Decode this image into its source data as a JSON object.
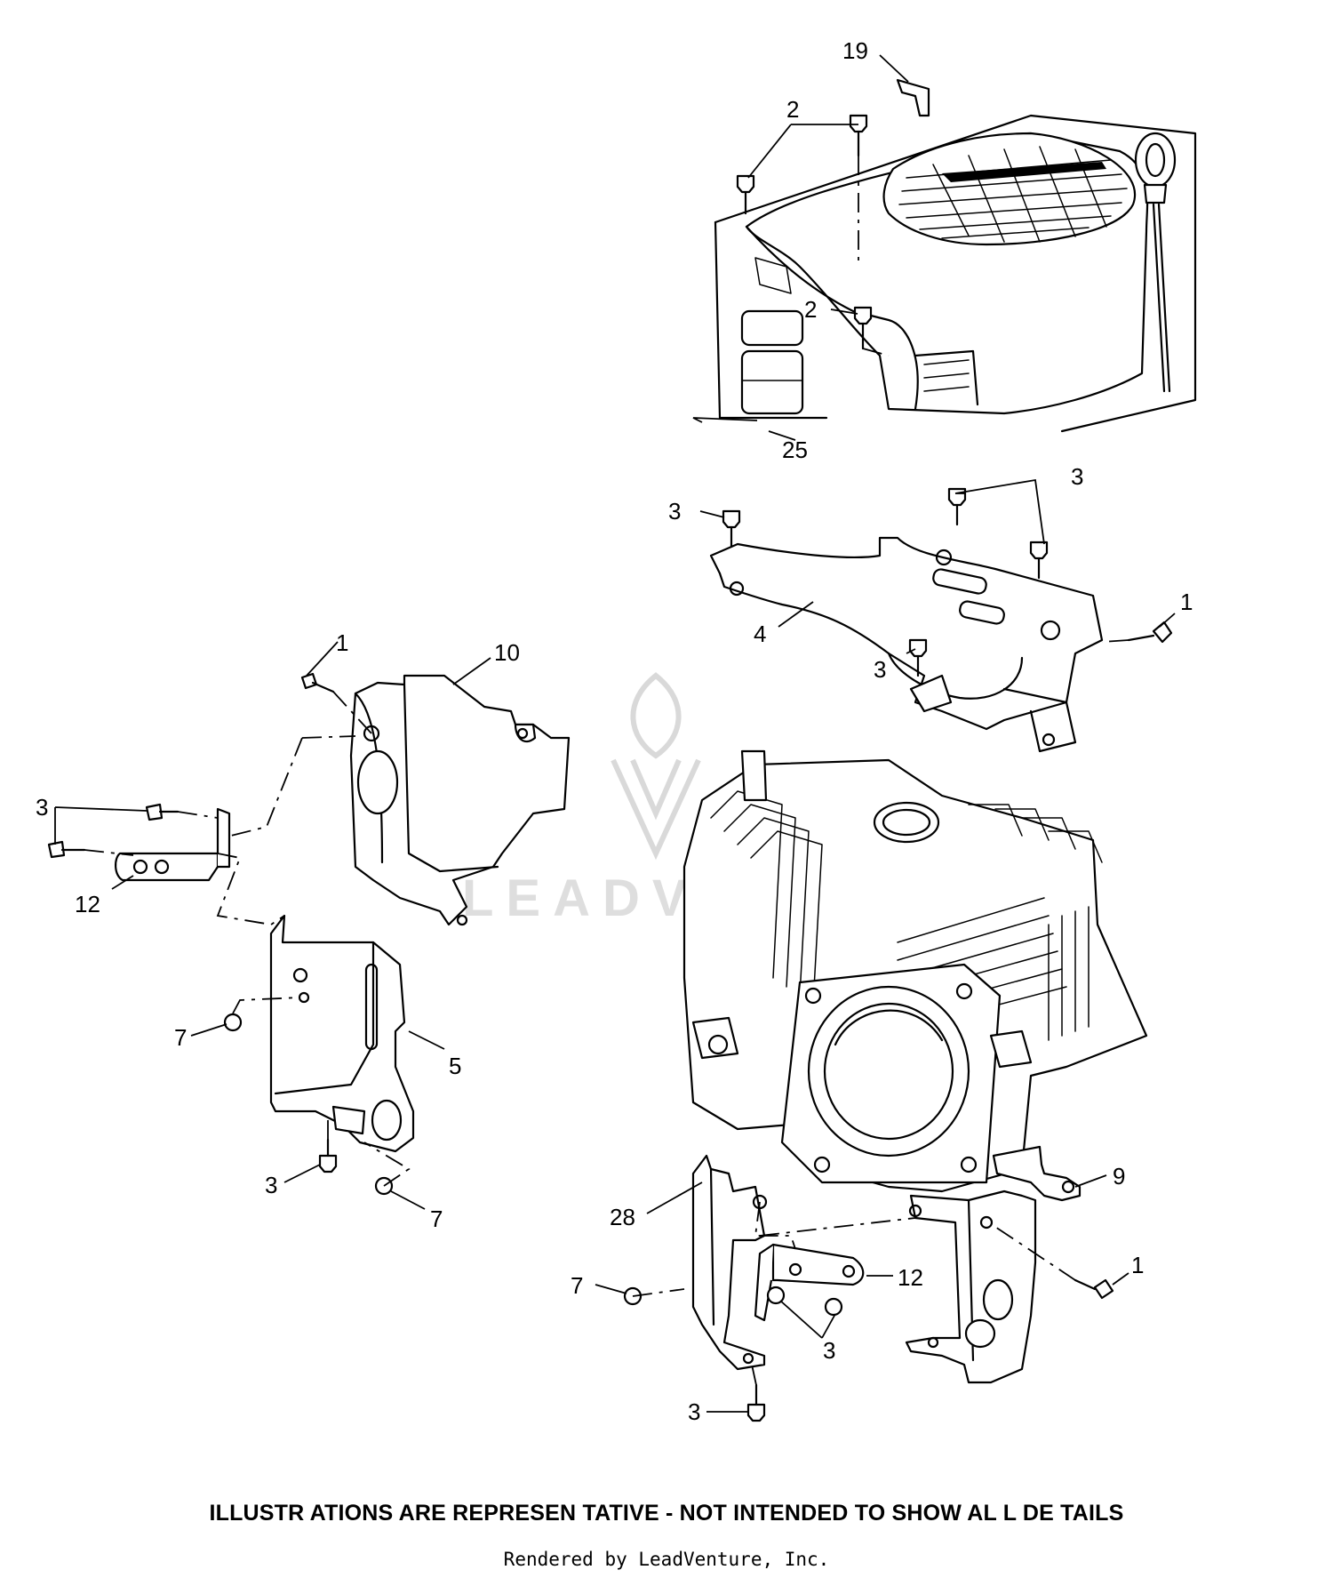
{
  "watermark": {
    "text": "LEADVENTURE"
  },
  "callouts": [
    {
      "id": "c19",
      "text": "19"
    },
    {
      "id": "c2a",
      "text": "2"
    },
    {
      "id": "c2b",
      "text": "2"
    },
    {
      "id": "c25",
      "text": "25"
    },
    {
      "id": "c3a",
      "text": "3"
    },
    {
      "id": "c3b",
      "text": "3"
    },
    {
      "id": "c4",
      "text": "4"
    },
    {
      "id": "c1a",
      "text": "1"
    },
    {
      "id": "c3c",
      "text": "3"
    },
    {
      "id": "c1b",
      "text": "1"
    },
    {
      "id": "c10",
      "text": "10"
    },
    {
      "id": "c3d",
      "text": "3"
    },
    {
      "id": "c12a",
      "text": "12"
    },
    {
      "id": "c7a",
      "text": "7"
    },
    {
      "id": "c5",
      "text": "5"
    },
    {
      "id": "c3e",
      "text": "3"
    },
    {
      "id": "c7b",
      "text": "7"
    },
    {
      "id": "c9",
      "text": "9"
    },
    {
      "id": "c28",
      "text": "28"
    },
    {
      "id": "c12b",
      "text": "12"
    },
    {
      "id": "c7c",
      "text": "7"
    },
    {
      "id": "c3f",
      "text": "3"
    },
    {
      "id": "c1c",
      "text": "1"
    },
    {
      "id": "c3g",
      "text": "3"
    }
  ],
  "footer": {
    "disclaimer": "ILLUSTR ATIONS ARE REPRESEN TATIVE - NOT INTENDED TO SHOW AL L DE TAILS",
    "credit": "Rendered by LeadVenture, Inc."
  }
}
